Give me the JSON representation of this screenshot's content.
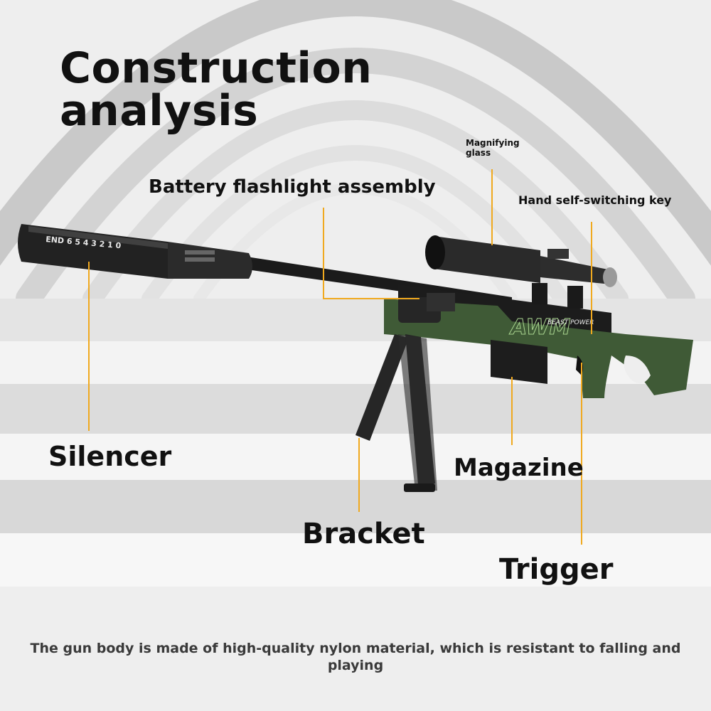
{
  "title": "Construction analysis",
  "labels": {
    "magnifying_glass": "Magnifying glass",
    "battery_flashlight": "Battery flashlight assembly",
    "hand_switching_key": "Hand self-switching key",
    "silencer": "Silencer",
    "magazine": "Magazine",
    "bracket": "Bracket",
    "trigger": "Trigger"
  },
  "gun_markings": {
    "silencer_scale": "END 6 5 4 3 2 1 0",
    "model": "AWM",
    "slogan": "BEAST POWER"
  },
  "caption": "The gun body is made of high-quality nylon material, which is resistant to falling and playing",
  "colors": {
    "leader_line": "#f0a91f",
    "stock_green": "#3f5a36",
    "metal_black": "#1d1d1d"
  }
}
